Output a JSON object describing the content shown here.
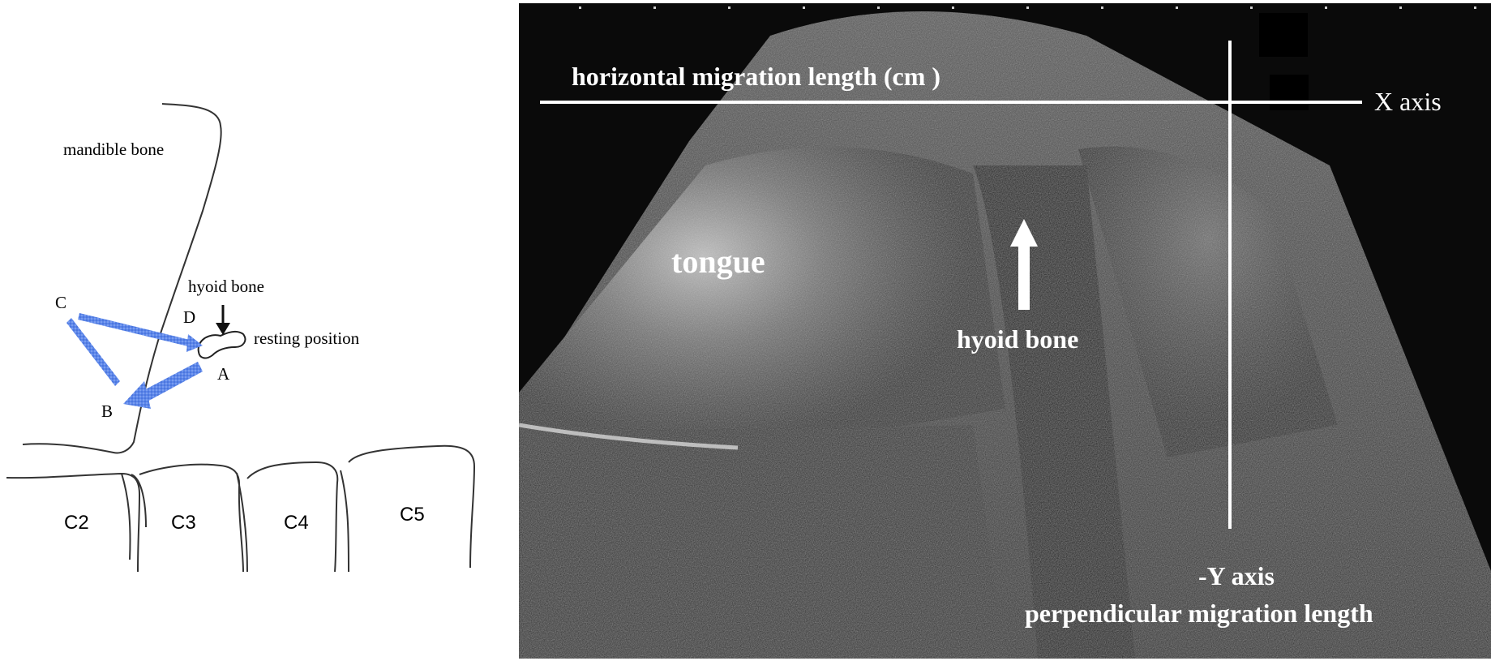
{
  "diagram": {
    "labels": {
      "mandible": "mandible bone",
      "hyoid": "hyoid bone",
      "resting": "resting position",
      "point_a": "A",
      "point_b": "B",
      "point_c": "C",
      "point_d": "D"
    },
    "vertebrae": [
      "C2",
      "C3",
      "C4",
      "C5"
    ],
    "arrow_color": "#4a78e0"
  },
  "ultrasound": {
    "labels": {
      "horizontal": "horizontal migration length (cm )",
      "x_axis": "X axis",
      "tongue": "tongue",
      "hyoid": "hyoid bone",
      "y_axis": "-Y axis",
      "perpendicular": "perpendicular migration length"
    }
  }
}
